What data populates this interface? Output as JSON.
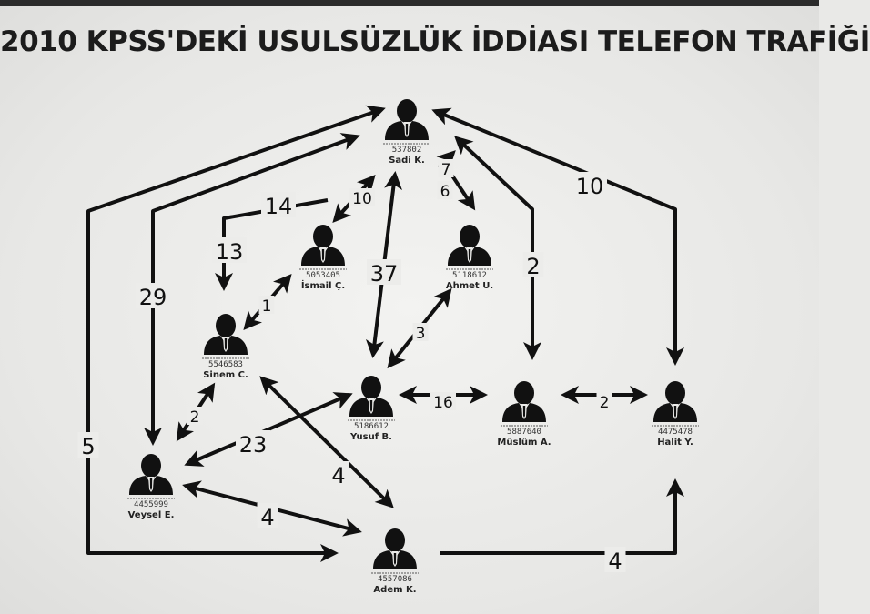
{
  "title": "2010 KPSS'DEKİ USULSÜZLÜK İDDİASI TELEFON TRAFİĞİ",
  "colors": {
    "ink": "#111111",
    "background": "#e9e9e7"
  },
  "people": [
    {
      "id": "sadi",
      "name": "Sadi K.",
      "phone": "537802"
    },
    {
      "id": "ismail",
      "name": "İsmail Ç.",
      "phone": "5053405"
    },
    {
      "id": "ahmet",
      "name": "Ahmet U.",
      "phone": "5118612"
    },
    {
      "id": "sinem",
      "name": "Sinem C.",
      "phone": "5546583"
    },
    {
      "id": "yusufb",
      "name": "Yusuf B.",
      "phone": "5186612"
    },
    {
      "id": "muslum",
      "name": "Müslüm A.",
      "phone": "5887640"
    },
    {
      "id": "halit",
      "name": "Halit Y.",
      "phone": "4475478"
    },
    {
      "id": "veysel",
      "name": "Veysel E.",
      "phone": "4455999"
    },
    {
      "id": "adem",
      "name": "Adem K.",
      "phone": "4557086"
    }
  ],
  "edges": [
    {
      "id": "e1",
      "label": "14"
    },
    {
      "id": "e2",
      "label": "13"
    },
    {
      "id": "e3",
      "label": "10"
    },
    {
      "id": "e4",
      "label": "1"
    },
    {
      "id": "e5",
      "label": "37"
    },
    {
      "id": "e6",
      "label": "7"
    },
    {
      "id": "e7",
      "label": "6"
    },
    {
      "id": "e8",
      "label": "3"
    },
    {
      "id": "e9",
      "label": "2"
    },
    {
      "id": "e10",
      "label": "10"
    },
    {
      "id": "e11",
      "label": "29"
    },
    {
      "id": "e12",
      "label": "5"
    },
    {
      "id": "e13",
      "label": "2"
    },
    {
      "id": "e14",
      "label": "23"
    },
    {
      "id": "e15",
      "label": "4"
    },
    {
      "id": "e16",
      "label": "4"
    },
    {
      "id": "e17",
      "label": "16"
    },
    {
      "id": "e18",
      "label": "2"
    },
    {
      "id": "e19",
      "label": "4"
    }
  ]
}
